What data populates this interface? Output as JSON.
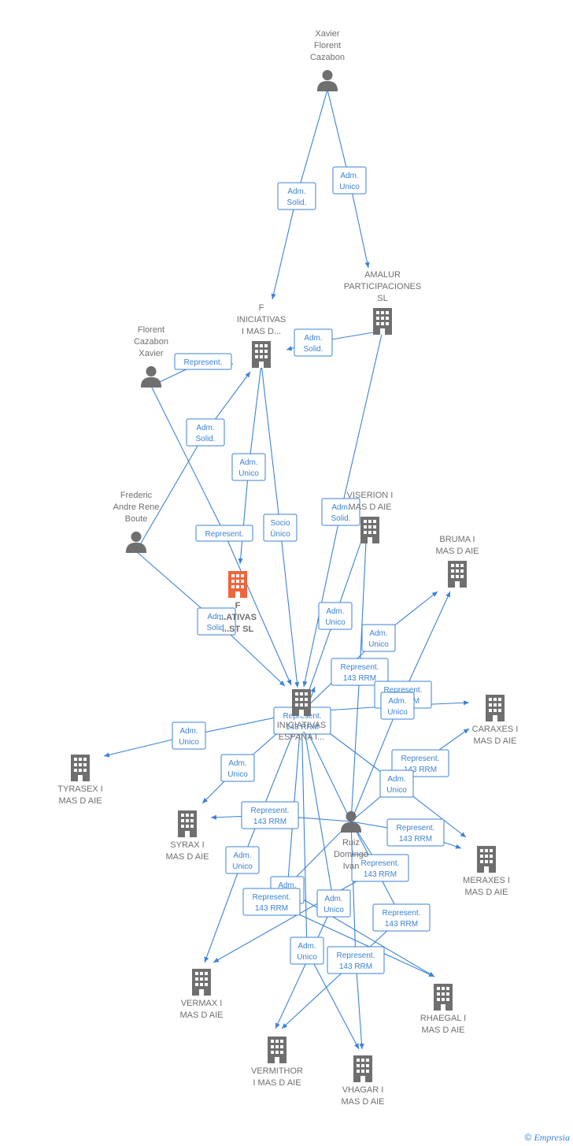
{
  "nodes": [
    {
      "id": "xavier",
      "type": "person",
      "label": [
        "Xavier",
        "Florent",
        "Cazabon"
      ]
    },
    {
      "id": "amalur",
      "type": "company",
      "label": [
        "AMALUR",
        "PARTICIPACIONES",
        "SL"
      ]
    },
    {
      "id": "finiciativas",
      "type": "company",
      "label": [
        "F",
        "INICIATIVAS",
        "I MAS D..."
      ]
    },
    {
      "id": "florent",
      "type": "person",
      "label": [
        "Florent",
        "Cazabon",
        "Xavier"
      ]
    },
    {
      "id": "frederic",
      "type": "person",
      "label": [
        "Frederic",
        "Andre Rene",
        "Boute"
      ]
    },
    {
      "id": "focus",
      "type": "company",
      "focus": true,
      "label": [
        "F",
        "...ATIVAS",
        "...ST  SL"
      ]
    },
    {
      "id": "viserion",
      "type": "company",
      "label": [
        "VISERION I",
        "MAS D  AIE"
      ]
    },
    {
      "id": "bruma",
      "type": "company",
      "label": [
        "BRUMA I",
        "MAS D  AIE"
      ]
    },
    {
      "id": "espana",
      "type": "company",
      "label": [
        "INICIATIVAS",
        "ESPAÑA I..."
      ]
    },
    {
      "id": "caraxes",
      "type": "company",
      "label": [
        "CARAXES I",
        "MAS D  AIE"
      ]
    },
    {
      "id": "tyrasex",
      "type": "company",
      "label": [
        "TYRASEX I",
        "MAS D  AIE"
      ]
    },
    {
      "id": "syrax",
      "type": "company",
      "label": [
        "SYRAX I",
        "MAS D  AIE"
      ]
    },
    {
      "id": "ruiz",
      "type": "person",
      "label": [
        "Ruiz",
        "Domingo",
        "Ivan"
      ]
    },
    {
      "id": "meraxes",
      "type": "company",
      "label": [
        "MERAXES I",
        "MAS D  AIE"
      ]
    },
    {
      "id": "vermax",
      "type": "company",
      "label": [
        "VERMAX I",
        "MAS D  AIE"
      ]
    },
    {
      "id": "rhaegal",
      "type": "company",
      "label": [
        "RHAEGAL I",
        "MAS D  AIE"
      ]
    },
    {
      "id": "vermithor",
      "type": "company",
      "label": [
        "VERMITHOR",
        "I MAS D  AIE"
      ]
    },
    {
      "id": "vhagar",
      "type": "company",
      "label": [
        "VHAGAR I",
        "MAS D  AIE"
      ]
    }
  ],
  "edges": [
    {
      "from": "xavier",
      "to": "finiciativas",
      "label": [
        "Adm.",
        "Solid."
      ]
    },
    {
      "from": "xavier",
      "to": "amalur",
      "label": [
        "Adm.",
        "Unico"
      ]
    },
    {
      "from": "amalur",
      "to": "finiciativas",
      "label": [
        "Adm.",
        "Solid."
      ]
    },
    {
      "from": "florent",
      "to": "finiciativas",
      "label": [
        "Represent."
      ]
    },
    {
      "from": "frederic",
      "to": "finiciativas",
      "label": [
        "Adm.",
        "Solid."
      ]
    },
    {
      "from": "finiciativas",
      "to": "focus",
      "label": [
        "Adm.",
        "Unico"
      ]
    },
    {
      "from": "finiciativas",
      "to": "espana",
      "label": [
        "Socio",
        "Único"
      ]
    },
    {
      "from": "florent",
      "to": "espana",
      "label": [
        "Represent."
      ]
    },
    {
      "from": "frederic",
      "to": "espana",
      "label": [
        "Adm.",
        "Solid."
      ]
    },
    {
      "from": "amalur",
      "to": "espana",
      "label": [
        "Adm.",
        "Solid."
      ]
    },
    {
      "from": "espana",
      "to": "viserion",
      "label": [
        "Adm.",
        "Unico"
      ]
    },
    {
      "from": "espana",
      "to": "bruma",
      "label": [
        "Adm.",
        "Unico"
      ]
    },
    {
      "from": "ruiz",
      "to": "viserion",
      "label": [
        "Represent.",
        "143 RRM"
      ]
    },
    {
      "from": "ruiz",
      "to": "bruma",
      "label": [
        "Represent.",
        "143 RRM"
      ]
    },
    {
      "from": "espana",
      "to": "caraxes",
      "label": [
        "Adm.",
        "Unico"
      ]
    },
    {
      "from": "ruiz",
      "to": "caraxes",
      "label": [
        "Represent.",
        "143 RRM"
      ]
    },
    {
      "from": "ruiz",
      "to": "espana",
      "label": [
        "Represent.",
        "143 RRM"
      ]
    },
    {
      "from": "espana",
      "to": "tyrasex",
      "label": [
        "Adm.",
        "Unico"
      ]
    },
    {
      "from": "espana",
      "to": "syrax",
      "label": [
        "Adm.",
        "Unico"
      ]
    },
    {
      "from": "ruiz",
      "to": "syrax",
      "label": [
        "Represent.",
        "143 RRM"
      ]
    },
    {
      "from": "espana",
      "to": "meraxes",
      "label": [
        "Adm.",
        "Unico"
      ]
    },
    {
      "from": "ruiz",
      "to": "meraxes",
      "label": [
        "Represent.",
        "143 RRM"
      ]
    },
    {
      "from": "espana",
      "to": "vermax",
      "label": [
        "Adm.",
        "Unico"
      ]
    },
    {
      "from": "ruiz",
      "to": "vermax",
      "label": [
        "Represent.",
        "143 RRM"
      ]
    },
    {
      "from": "espana",
      "to": "rhaegal",
      "label": [
        "Adm.",
        "Unico"
      ]
    },
    {
      "from": "ruiz",
      "to": "rhaegal",
      "label": [
        "Represent.",
        "143 RRM"
      ]
    },
    {
      "from": "espana",
      "to": "vermithor",
      "label": [
        "Adm.",
        "Unico"
      ]
    },
    {
      "from": "ruiz",
      "to": "vermithor",
      "label": [
        "Represent.",
        "143 RRM"
      ]
    },
    {
      "from": "espana",
      "to": "vhagar",
      "label": [
        "Adm.",
        "Unico"
      ]
    },
    {
      "from": "ruiz",
      "to": "vhagar",
      "label": [
        "Represent.",
        "143 RRM"
      ]
    }
  ],
  "colors": {
    "edge": "#3b83d6",
    "node": "#6f6f6f",
    "focus": "#f0643c"
  },
  "credit": {
    "symbol": "©",
    "brand": "Empresia"
  }
}
